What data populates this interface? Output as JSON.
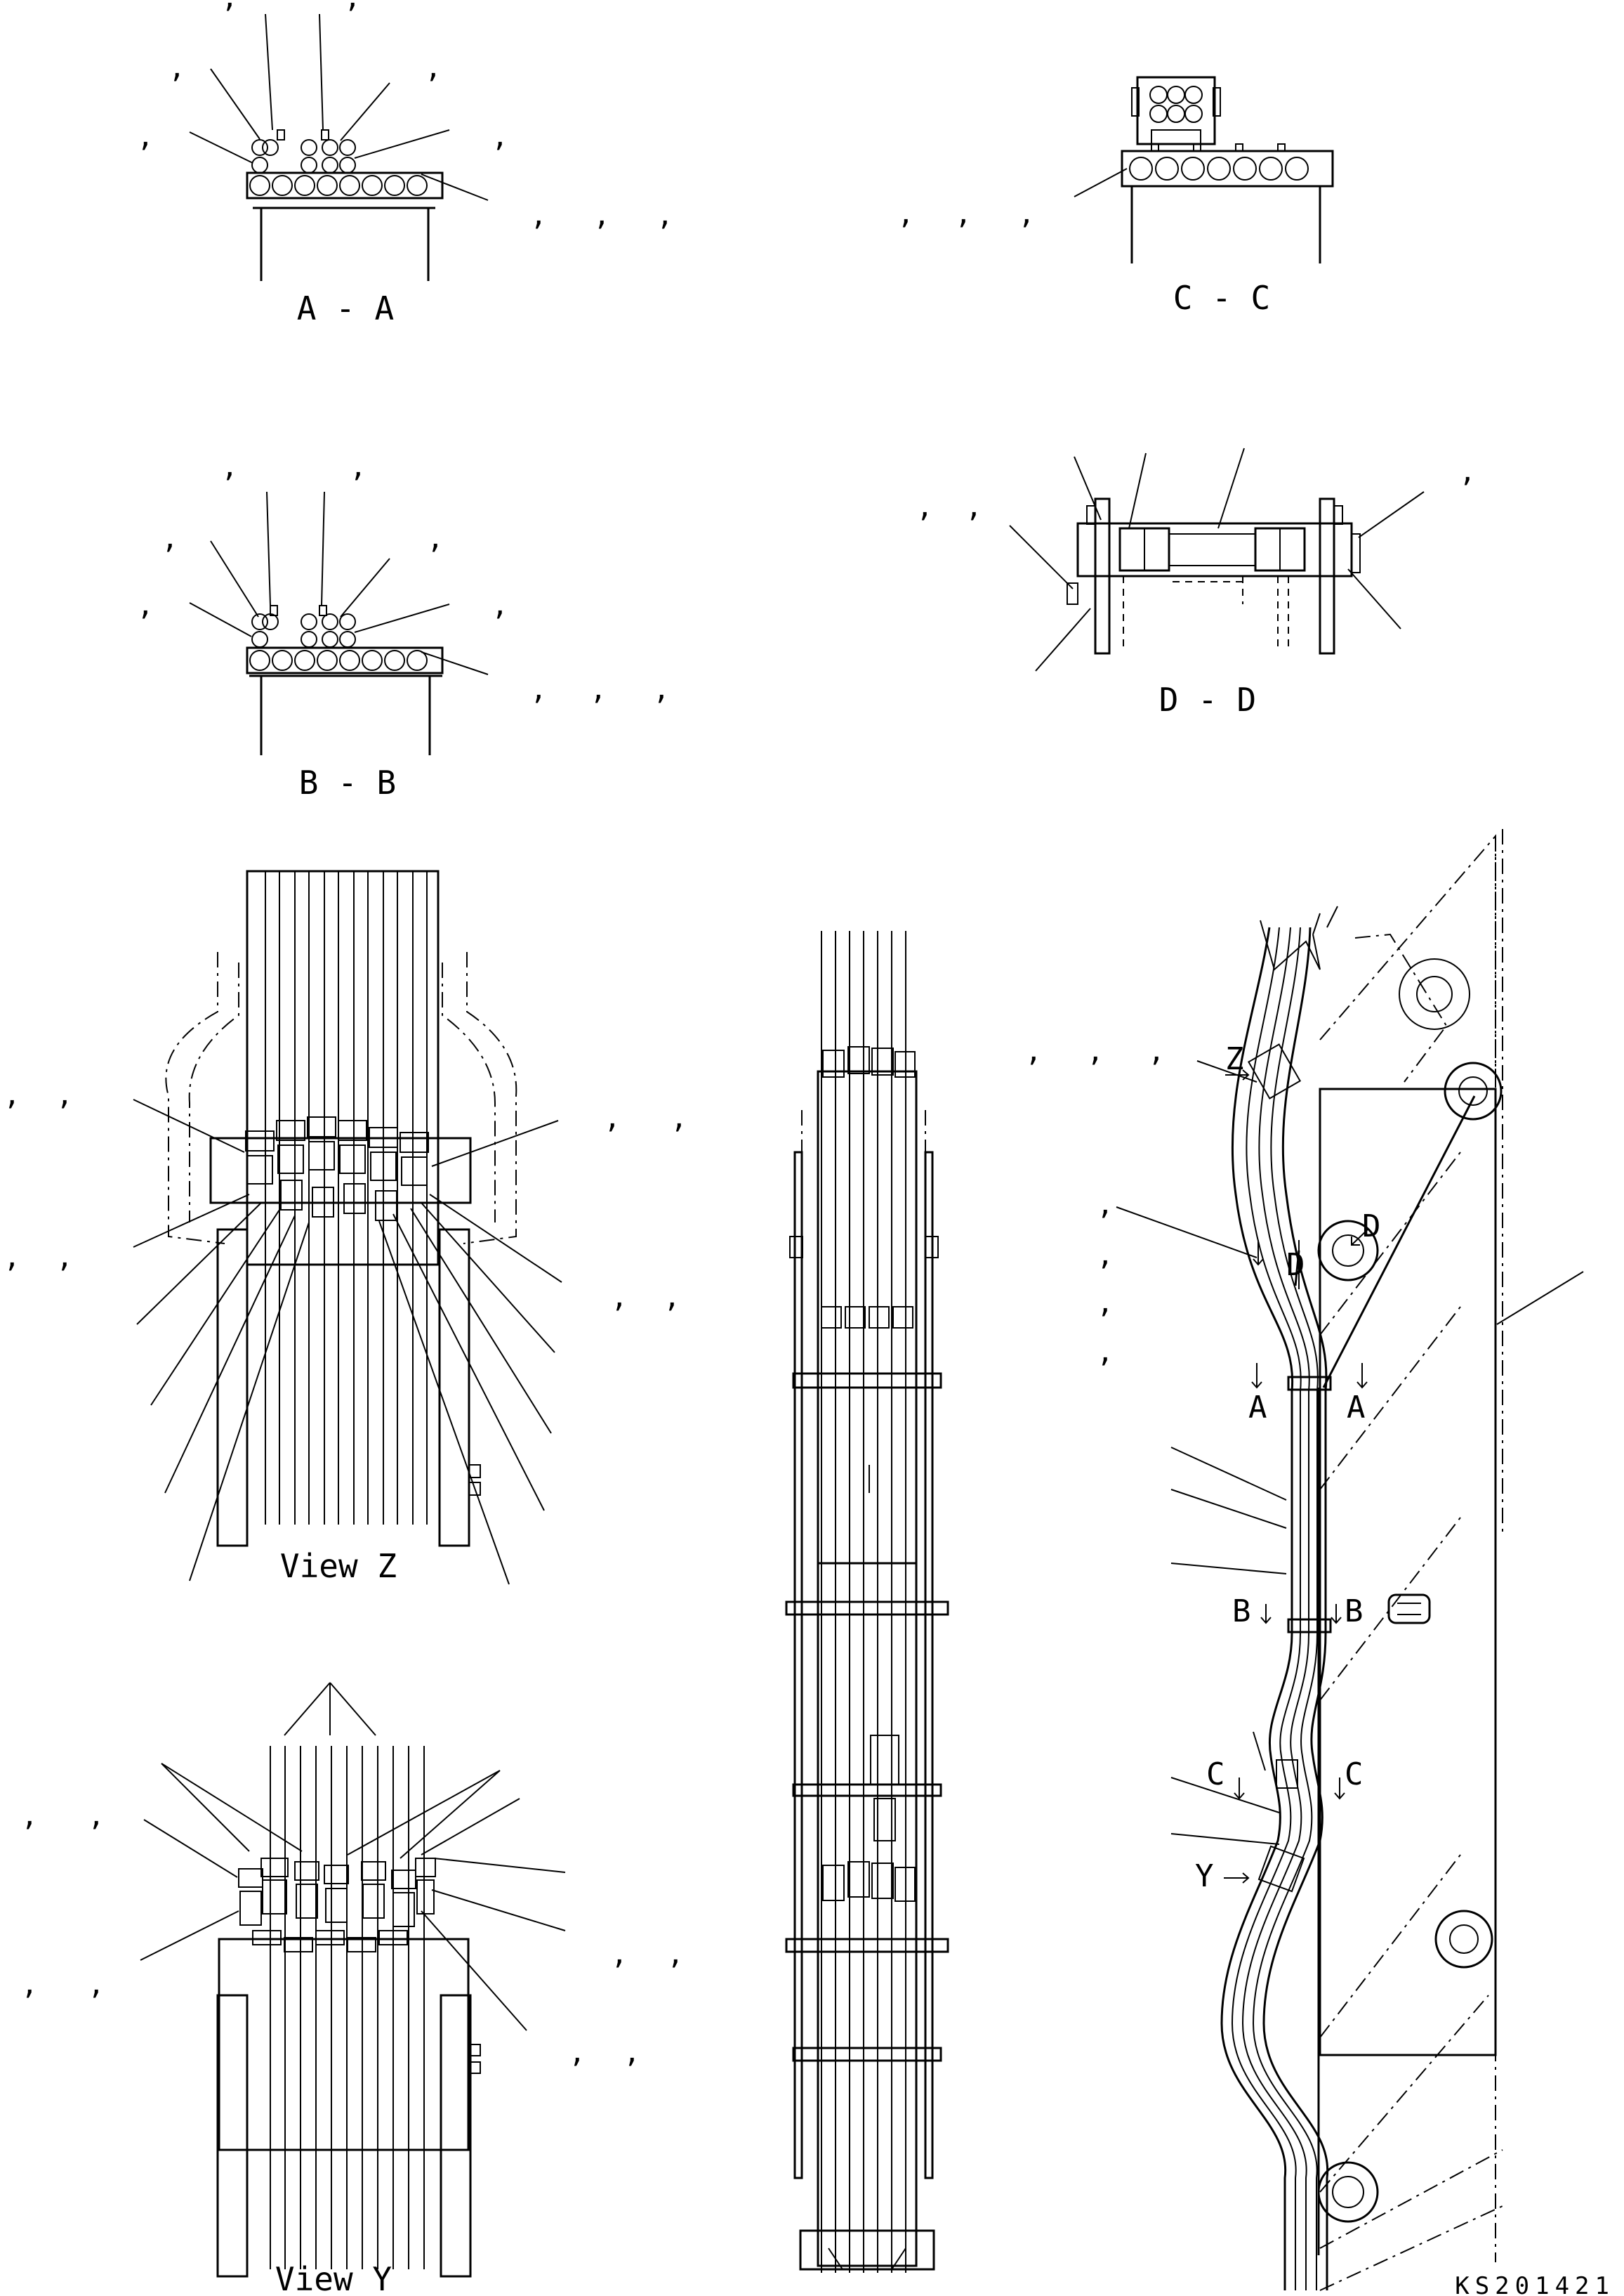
{
  "views": {
    "aa": "A - A",
    "bb": "B - B",
    "cc": "C - C",
    "dd": "D - D",
    "z": "View Z",
    "y": "View Y"
  },
  "markers": {
    "z": "Z",
    "y": "Y",
    "d": "D",
    "a": "A",
    "b": "B",
    "c": "C"
  },
  "callout_separator": ",",
  "drawing_code": "KS201421"
}
